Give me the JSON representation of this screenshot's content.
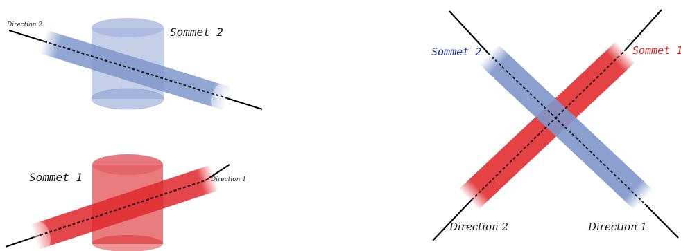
{
  "left_panel": {
    "top": {
      "vertex_label": "Sommet 2",
      "direction_label": "Direction 2"
    },
    "bottom": {
      "vertex_label": "Sommet 1",
      "direction_label": "Direction 1"
    }
  },
  "right_panel": {
    "vertex_label_blue": "Sommet 2",
    "vertex_label_red": "Sommet 1",
    "direction_label_left": "Direction 2",
    "direction_label_right": "Direction 1"
  },
  "colors": {
    "blue": "#7f96cb",
    "blue_label": "#1a2aa0",
    "red": "#e0282c",
    "red_label": "#d42020",
    "line": "#000000"
  }
}
